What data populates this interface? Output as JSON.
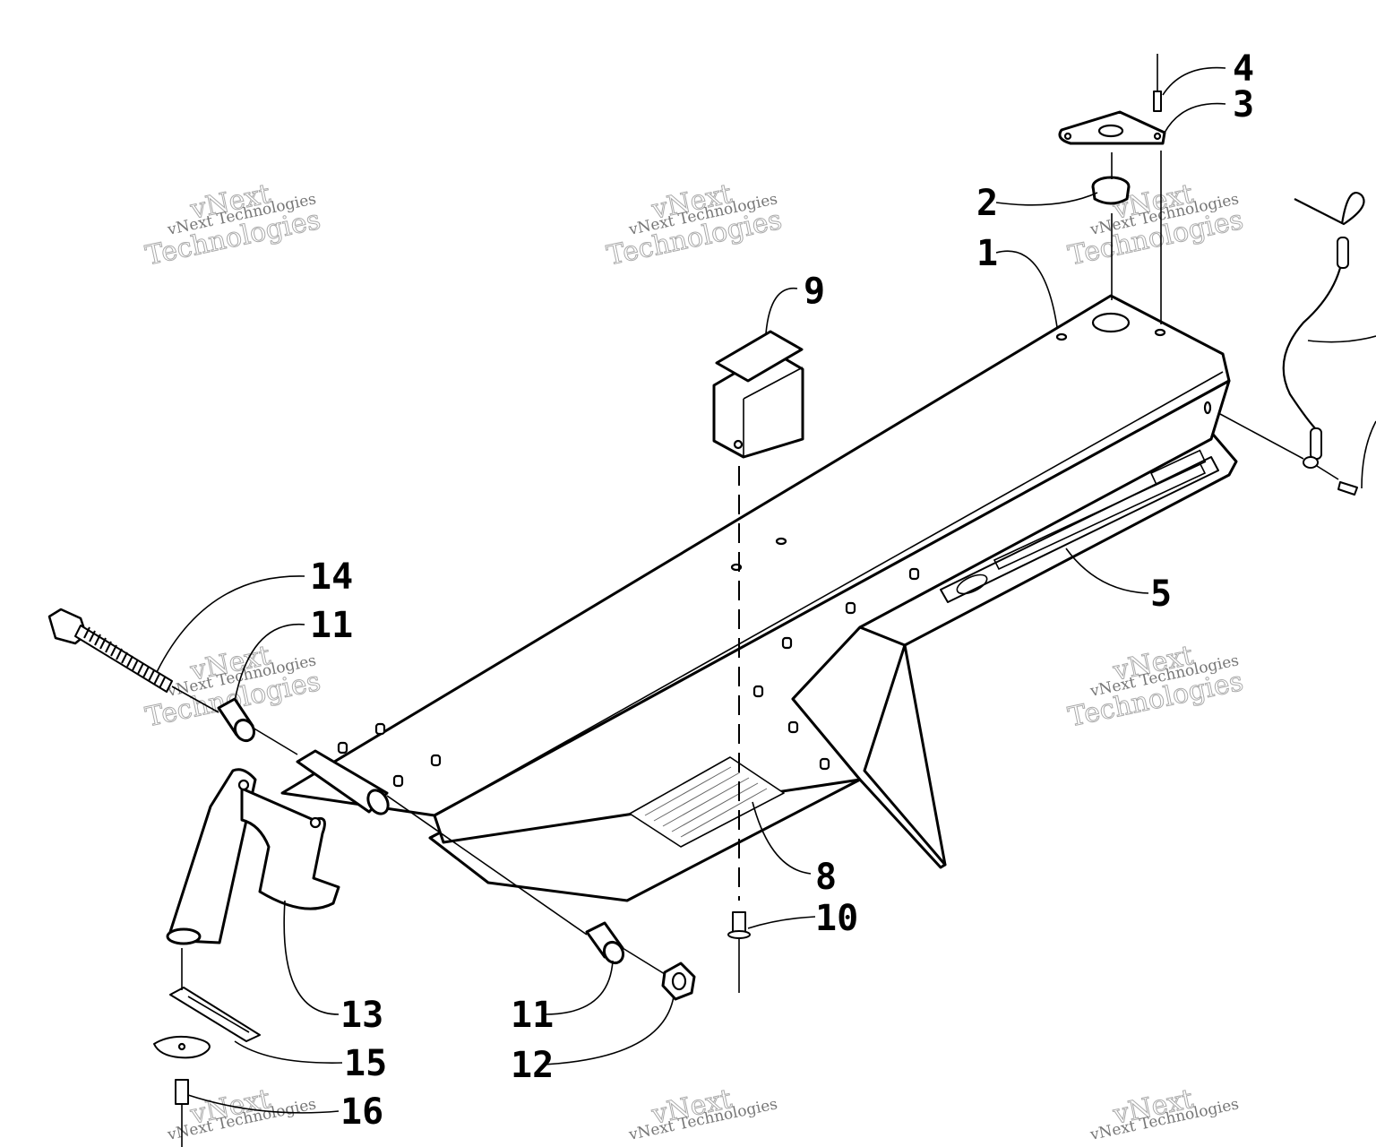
{
  "callouts": [
    {
      "id": "1",
      "label": "1"
    },
    {
      "id": "2",
      "label": "2"
    },
    {
      "id": "3",
      "label": "3"
    },
    {
      "id": "4",
      "label": "4"
    },
    {
      "id": "5",
      "label": "5"
    },
    {
      "id": "8",
      "label": "8"
    },
    {
      "id": "9",
      "label": "9"
    },
    {
      "id": "10",
      "label": "10"
    },
    {
      "id": "11a",
      "label": "11"
    },
    {
      "id": "11b",
      "label": "11"
    },
    {
      "id": "12",
      "label": "12"
    },
    {
      "id": "13",
      "label": "13"
    },
    {
      "id": "14",
      "label": "14"
    },
    {
      "id": "15",
      "label": "15"
    },
    {
      "id": "16",
      "label": "16"
    }
  ],
  "watermark": {
    "line1": "vNext",
    "line2": "vNext Technologies",
    "line3": "Technologies"
  },
  "colors": {
    "ink": "#000000",
    "background": "#ffffff",
    "watermark": "#aaaaaa"
  }
}
